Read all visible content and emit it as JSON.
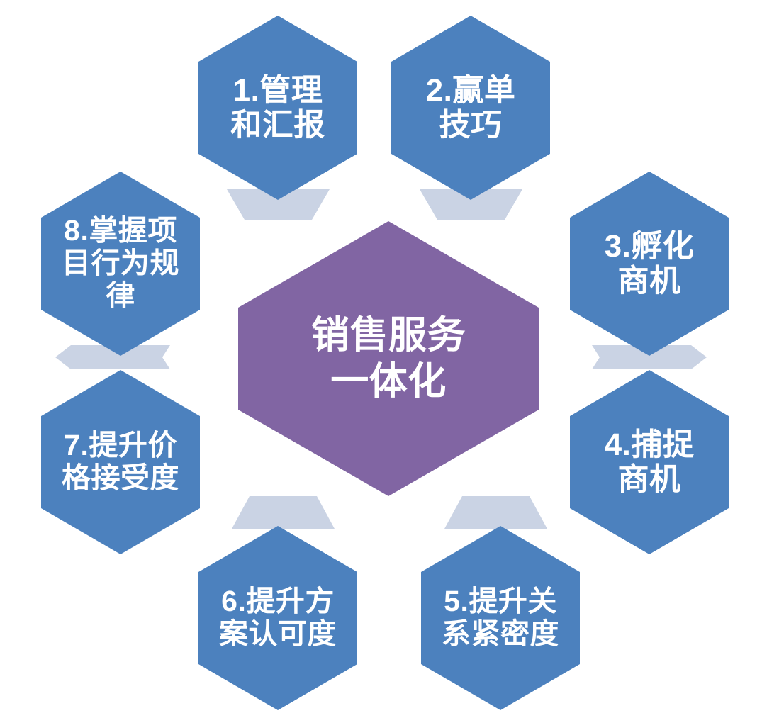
{
  "diagram": {
    "title": "销售服务一体化",
    "type": "hexagon-radial-cycle",
    "colors": {
      "hex_blue": "#4C81BE",
      "center_purple": "#8165A3",
      "connector_light": "#CAD3E4",
      "text": "#FFFFFF",
      "background": "#FFFFFF"
    },
    "center": {
      "label_line1": "销售服务",
      "label_line2": "一体化"
    },
    "nodes": [
      {
        "index": "1",
        "label": "1.管理和汇报",
        "line1": "1.管理",
        "line2": "和汇报",
        "line3": ""
      },
      {
        "index": "2",
        "label": "2.赢单技巧",
        "line1": "2.赢单",
        "line2": "技巧",
        "line3": ""
      },
      {
        "index": "3",
        "label": "3.孵化商机",
        "line1": "3.孵化",
        "line2": "商机",
        "line3": ""
      },
      {
        "index": "4",
        "label": "4.捕捉商机",
        "line1": "4.捕捉",
        "line2": "商机",
        "line3": ""
      },
      {
        "index": "5",
        "label": "5.提升关系紧密度",
        "line1": "5.提升关",
        "line2": "系紧密度",
        "line3": ""
      },
      {
        "index": "6",
        "label": "6.提升方案认可度",
        "line1": "6.提升方",
        "line2": "案认可度",
        "line3": ""
      },
      {
        "index": "7",
        "label": "7.提升价格接受度",
        "line1": "7.提升价",
        "line2": "格接受度",
        "line3": ""
      },
      {
        "index": "8",
        "label": "8.掌握项目行为规律",
        "line1": "8.掌握项",
        "line2": "目行为规",
        "line3": "律"
      }
    ],
    "connectors": [
      {
        "name": "connector-1-to-center",
        "direction": "down"
      },
      {
        "name": "connector-2-to-center",
        "direction": "down"
      },
      {
        "name": "connector-3-to-4",
        "direction": "right"
      },
      {
        "name": "connector-5-to-center",
        "direction": "up"
      },
      {
        "name": "connector-6-to-center",
        "direction": "up"
      },
      {
        "name": "connector-8-to-7",
        "direction": "left"
      }
    ]
  }
}
